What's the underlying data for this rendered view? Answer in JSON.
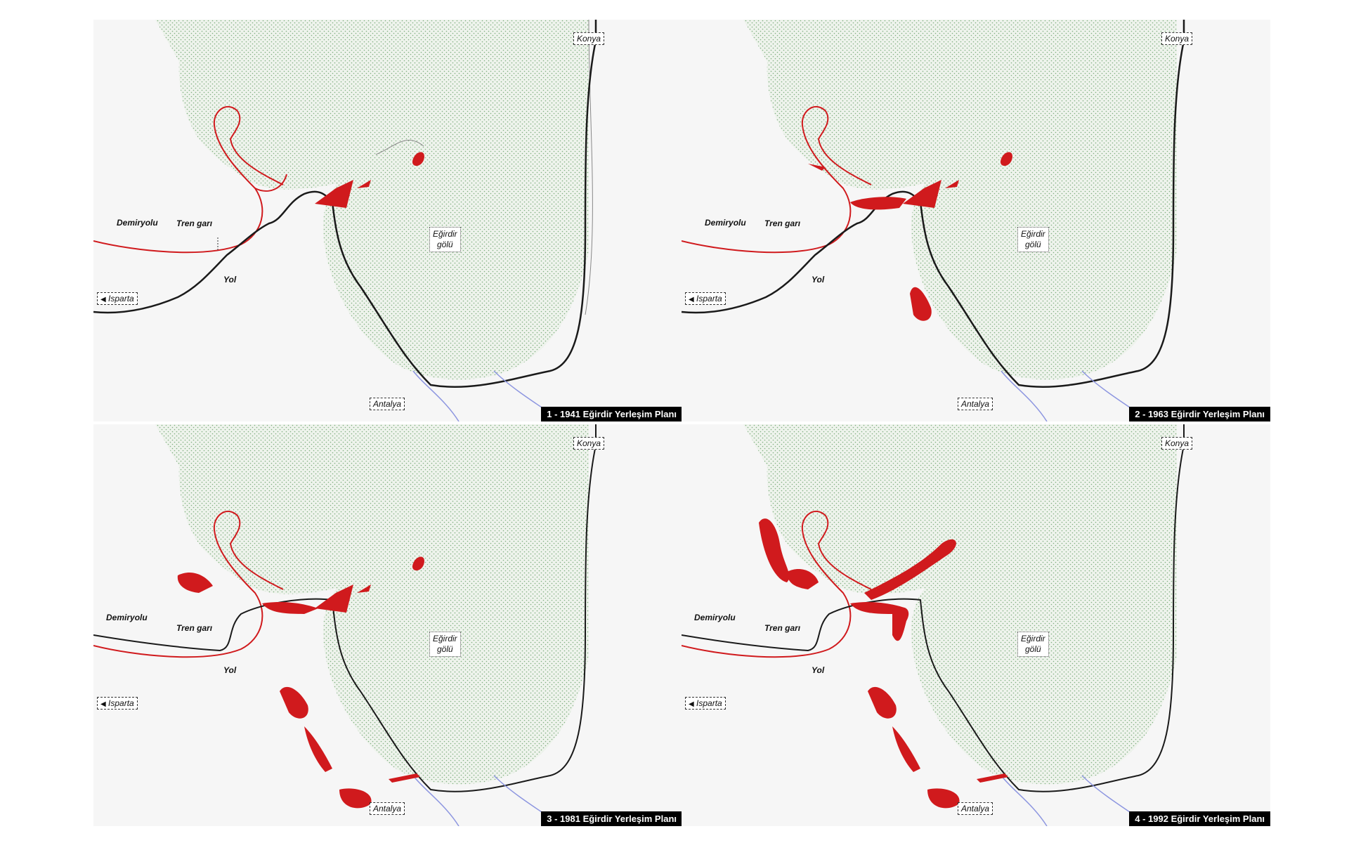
{
  "colors": {
    "lake": "#eef3ec",
    "lake_dots": "#7fae7f",
    "settlement": "#d01a1d",
    "road": "#1a1a1a",
    "river": "#8d96e0"
  },
  "panels": [
    {
      "caption": "1 - 1941 Eğirdir Yerleşim Planı",
      "lake_line1": "Eğirdir",
      "lake_line2": "gölü",
      "konya": "Konya",
      "isparta": "Isparta",
      "antalya": "Antalya",
      "demiryolu": "Demiryolu",
      "tren_gari": "Tren garı",
      "yol": "Yol"
    },
    {
      "caption": "2 - 1963 Eğirdir Yerleşim Planı",
      "lake_line1": "Eğirdir",
      "lake_line2": "gölü",
      "konya": "Konya",
      "isparta": "Isparta",
      "antalya": "Antalya",
      "demiryolu": "Demiryolu",
      "tren_gari": "Tren garı",
      "yol": "Yol"
    },
    {
      "caption": "3 - 1981 Eğirdir Yerleşim Planı",
      "lake_line1": "Eğirdir",
      "lake_line2": "gölü",
      "konya": "Konya",
      "isparta": "Isparta",
      "antalya": "Antalya",
      "demiryolu": "Demiryolu",
      "tren_gari": "Tren garı",
      "yol": "Yol"
    },
    {
      "caption": "4 - 1992 Eğirdir Yerleşim Planı",
      "lake_line1": "Eğirdir",
      "lake_line2": "gölü",
      "konya": "Konya",
      "isparta": "Isparta",
      "antalya": "Antalya",
      "demiryolu": "Demiryolu",
      "tren_gari": "Tren garı",
      "yol": "Yol"
    }
  ]
}
